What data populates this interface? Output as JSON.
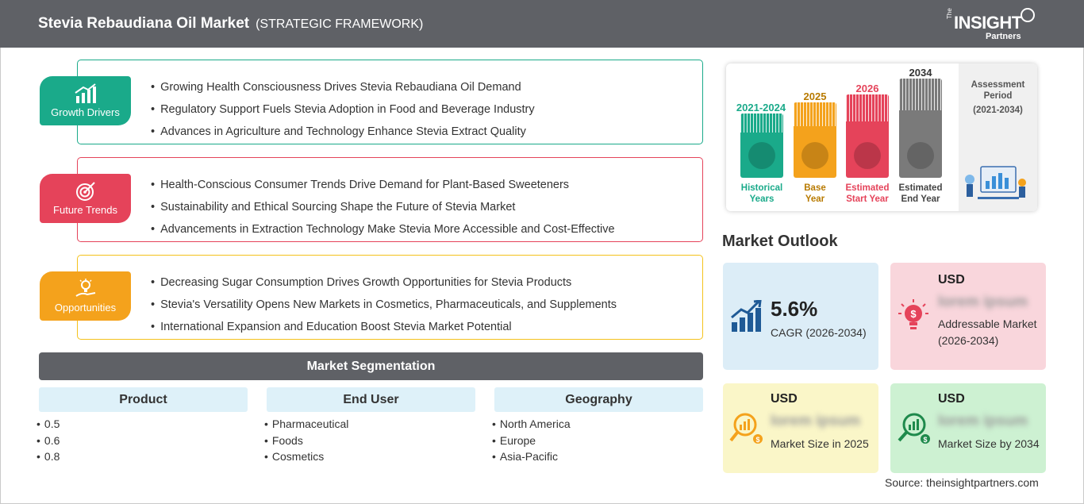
{
  "header": {
    "title": "Stevia Rebaudiana Oil Market",
    "subtitle": "(STRATEGIC FRAMEWORK)",
    "logo_the": "The",
    "logo_insight": "INSIGHT",
    "logo_partners": "Partners"
  },
  "framework": {
    "growth_drivers": {
      "label": "Growth Drivers",
      "color": "#1aaa8a",
      "items": [
        "Growing Health Consciousness Drives Stevia Rebaudiana Oil Demand",
        "Regulatory Support Fuels Stevia Adoption in Food and Beverage Industry",
        "Advances in Agriculture and Technology Enhance Stevia Extract Quality"
      ]
    },
    "future_trends": {
      "label": "Future Trends",
      "color": "#e5435a",
      "items": [
        "Health-Conscious Consumer Trends Drive Demand for Plant-Based Sweeteners",
        "Sustainability and Ethical Sourcing Shape the Future of Stevia Market",
        "Advancements in Extraction Technology Make Stevia More Accessible and Cost-Effective"
      ]
    },
    "opportunities": {
      "label": "Opportunities",
      "color": "#f4a21c",
      "items": [
        "Decreasing Sugar Consumption Drives Growth Opportunities for Stevia Products",
        "Stevia's Versatility Opens New Markets in Cosmetics, Pharmaceuticals, and Supplements",
        "International Expansion and Education Boost Stevia Market Potential"
      ]
    }
  },
  "segmentation": {
    "title": "Market Segmentation",
    "columns": [
      {
        "head": "Product",
        "items": [
          "0.5",
          "0.6",
          "0.8"
        ]
      },
      {
        "head": "End User",
        "items": [
          "Pharmaceutical",
          "Foods",
          "Cosmetics"
        ]
      },
      {
        "head": "Geography",
        "items": [
          "North America",
          "Europe",
          "Asia-Pacific"
        ]
      }
    ]
  },
  "timeline": {
    "bars": [
      {
        "year": "2021-2024",
        "label_1": "Historical",
        "label_2": "Years",
        "color": "#1aaa8a",
        "icon": "history-icon"
      },
      {
        "year": "2025",
        "label_1": "Base",
        "label_2": "Year",
        "color": "#f4a21c",
        "icon": "calendar-icon"
      },
      {
        "year": "2026",
        "label_1": "Estimated",
        "label_2": "Start Year",
        "color": "#e5435a",
        "icon": "start-icon"
      },
      {
        "year": "2034",
        "label_1": "Estimated",
        "label_2": "End Year",
        "color": "#7a7a7a",
        "icon": "presentation-icon"
      }
    ],
    "assessment_1": "Assessment",
    "assessment_2": "Period",
    "assessment_3": "(2021-2034)"
  },
  "outlook": {
    "title": "Market Outlook",
    "cagr": {
      "value": "5.6%",
      "label": "CAGR (2026-2034)",
      "bg": "#dcedf7"
    },
    "addressable": {
      "usd": "USD",
      "blur": "lorem ipsum",
      "label": "Addressable Market (2026-2034)",
      "bg": "#f9d6dc"
    },
    "size_2025": {
      "usd": "USD",
      "blur": "lorem ipsum",
      "label": "Market Size in 2025",
      "bg": "#faf6c8"
    },
    "size_2034": {
      "usd": "USD",
      "blur": "lorem ipsum",
      "label": "Market Size by 2034",
      "bg": "#cdf1d2"
    }
  },
  "source": "Source: theinsightpartners.com"
}
